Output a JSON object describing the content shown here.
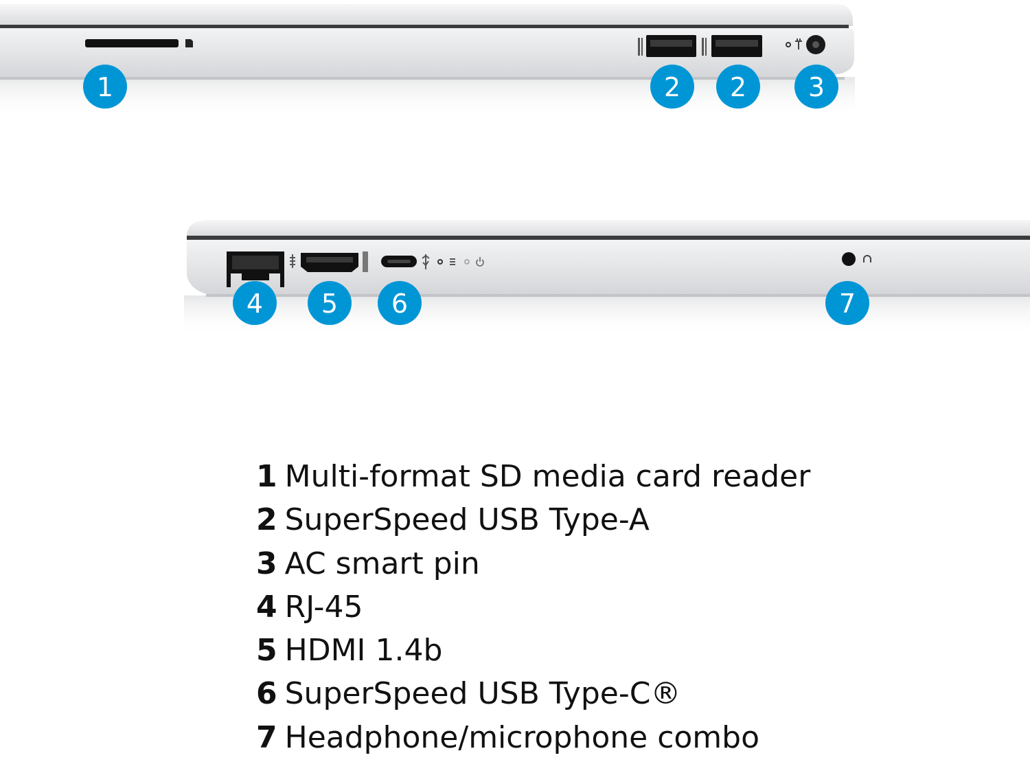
{
  "colors": {
    "badge_fill": "#0096d6",
    "laptop_body": "#e2e3e5",
    "port_black": "#111111",
    "text": "#111111",
    "background": "#ffffff"
  },
  "side_views": [
    {
      "id": "right-side",
      "callouts": [
        {
          "number": "1",
          "port": "sd-card-slot"
        },
        {
          "number": "2",
          "port": "usb-a-port"
        },
        {
          "number": "2",
          "port": "usb-a-port"
        },
        {
          "number": "3",
          "port": "ac-power-jack"
        }
      ]
    },
    {
      "id": "left-side",
      "callouts": [
        {
          "number": "4",
          "port": "rj45-port"
        },
        {
          "number": "5",
          "port": "hdmi-port"
        },
        {
          "number": "6",
          "port": "usb-c-port"
        },
        {
          "number": "7",
          "port": "audio-jack"
        }
      ]
    }
  ],
  "port_icons": [
    "sd-card-icon",
    "superspeed-usb-icon",
    "power-plug-icon",
    "ethernet-icon",
    "hdmi-label-icon",
    "usb-icon",
    "battery-led-icon",
    "power-led-icon",
    "headset-icon"
  ],
  "legend": [
    {
      "number": "1",
      "label": "Multi-format SD media card reader"
    },
    {
      "number": "2",
      "label": "SuperSpeed USB Type-A"
    },
    {
      "number": "3",
      "label": "AC smart pin"
    },
    {
      "number": "4",
      "label": "RJ-45"
    },
    {
      "number": "5",
      "label": "HDMI 1.4b"
    },
    {
      "number": "6",
      "label": "SuperSpeed USB Type-C®"
    },
    {
      "number": "7",
      "label": "Headphone/microphone combo"
    }
  ]
}
